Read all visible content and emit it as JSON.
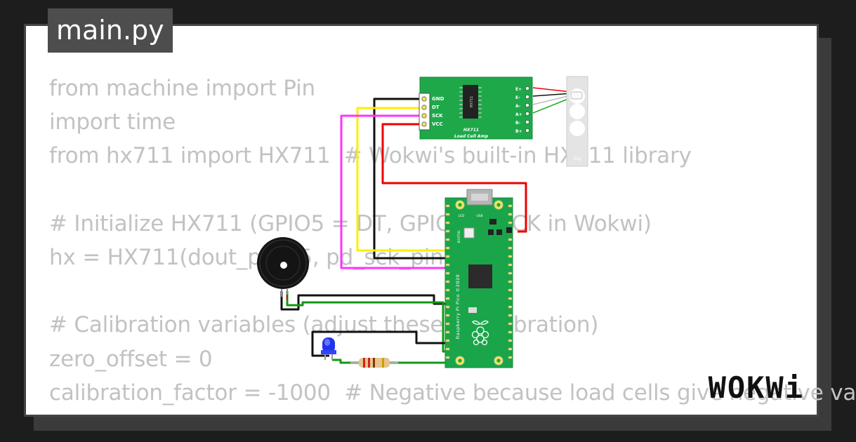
{
  "tab": {
    "filename": "main.py"
  },
  "code_lines": [
    "from machine import Pin",
    "import time",
    "from hx711 import HX711  # Wokwi's built-in HX711 library",
    "",
    "# Initialize HX711 (GPIO5 = DT, GPIO6 = SCK in Wokwi)",
    "hx = HX711(dout_pin=5, pd_sck_pin=6)",
    "",
    "# Calibration variables (adjust these in calibration)",
    "zero_offset = 0",
    "calibration_factor = -1000  # Negative because load cells give negative va"
  ],
  "hx711": {
    "chip_label": "HX711",
    "title": "HX711",
    "subtitle": "Load Cell Amp",
    "left_pins": [
      "GND",
      "DT",
      "SCK",
      "VCC"
    ],
    "right_pins": [
      "E+",
      "E-",
      "A-",
      "A+",
      "B-",
      "B+"
    ]
  },
  "load_cell": {
    "label": "5kg"
  },
  "pico": {
    "board_label": "Raspberry Pi Pico ©2020",
    "bootsel_label": "BOOTSEL",
    "usb_label": "USB",
    "led_label": "LED"
  },
  "wire_colors": {
    "gnd": "#111111",
    "dt": "#ffee00",
    "sck": "#ff33ff",
    "vcc": "#ee0000",
    "led": "#119911",
    "loadcell_white": "#bbbbbb",
    "loadcell_green": "#22aa22"
  },
  "brand": {
    "logo": "WOKWi"
  }
}
